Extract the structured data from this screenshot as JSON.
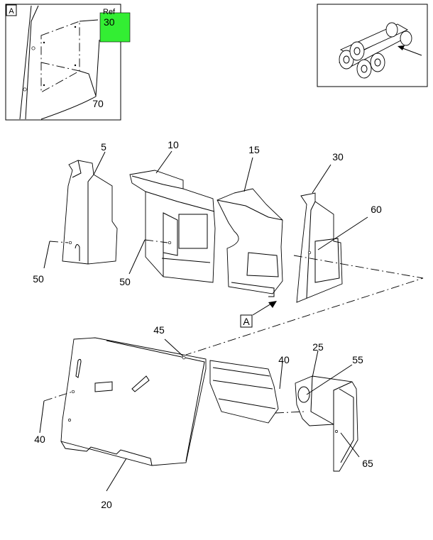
{
  "highlight_color": "#33ee33",
  "detail": {
    "tag": "A",
    "ref_word": "Ref",
    "ref_number": "30",
    "callout": "70"
  },
  "view_marker": "A",
  "callouts": {
    "c5": "5",
    "c10": "10",
    "c15": "15",
    "c30": "30",
    "c60": "60",
    "c50a": "50",
    "c50b": "50",
    "c45": "45",
    "c25": "25",
    "c55": "55",
    "c40a": "40",
    "c40b": "40",
    "c20": "20",
    "c65": "65"
  }
}
